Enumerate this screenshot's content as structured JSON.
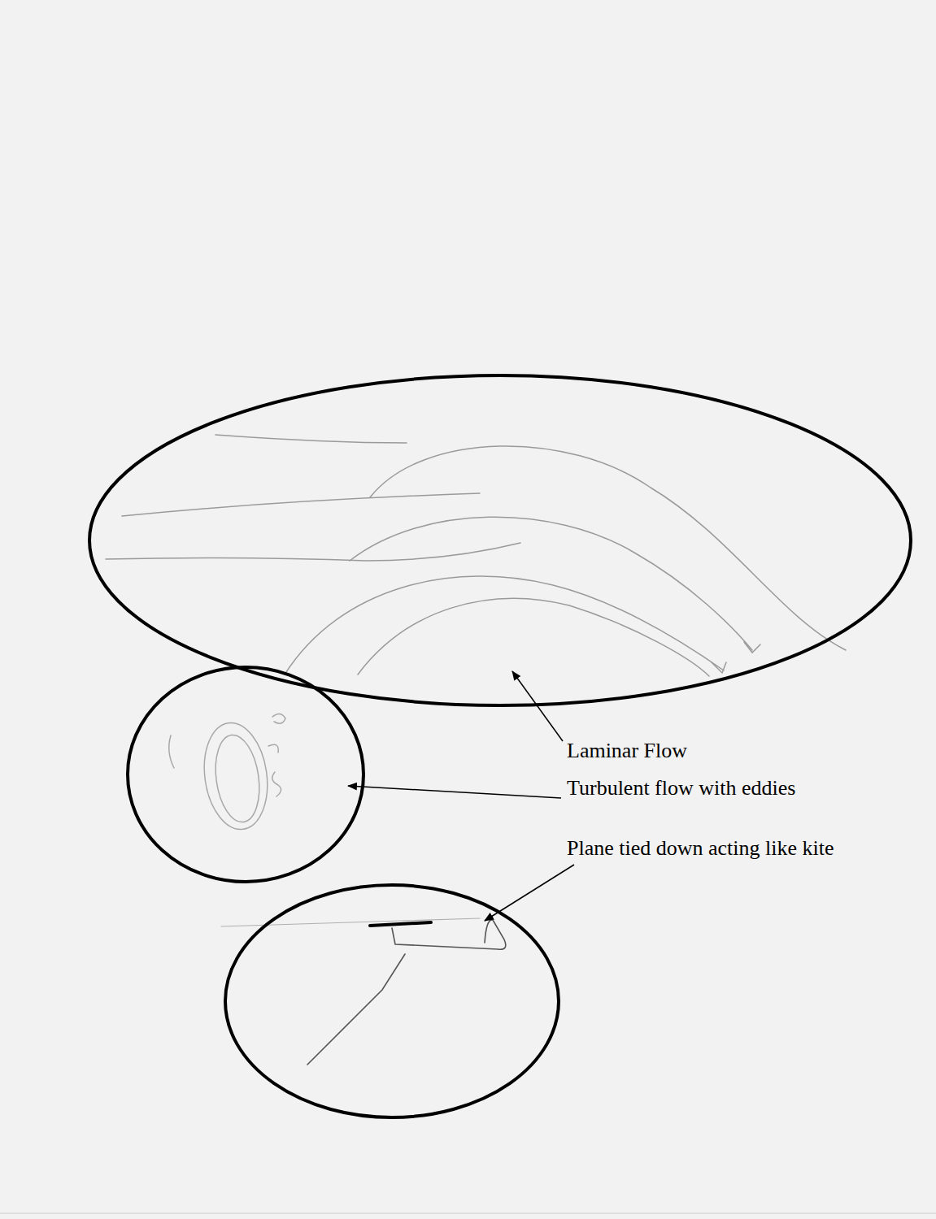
{
  "diagram": {
    "labels": [
      "Laminar Flow",
      "Turbulent flow with eddies",
      "Plane tied down acting like kite"
    ]
  }
}
